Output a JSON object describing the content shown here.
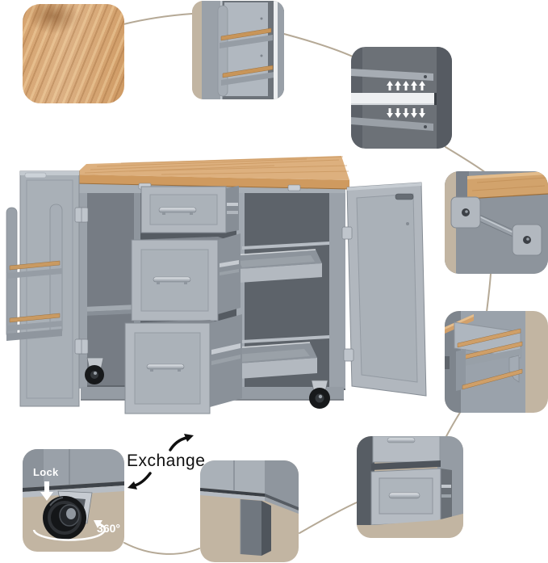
{
  "figure": {
    "type": "product-feature-callouts",
    "subject": "kitchen island cart",
    "callouts": [
      "rubber-wood-top-texture",
      "door-mounted-storage-rack",
      "adjustable-shelf",
      "towel-bar",
      "side-spice-rack",
      "drawers-with-metal-handles",
      "support-leg",
      "lockable-360-caster"
    ]
  },
  "labels": {
    "exchange": "Exchange",
    "lock": "Lock",
    "rotation": "360°"
  },
  "colors": {
    "background": "#ffffff",
    "backdrop_beige": "#c2b5a2",
    "cabinet_gray": "#aab1b8",
    "cabinet_gray_deep": "#8a9199",
    "interior_gray": "#62686f",
    "wood": "#d9a876",
    "connector_line": "#b5a996",
    "metal": "#c9ced5",
    "wheel_black": "#17191b",
    "text_dark": "#101010",
    "text_white": "#ffffff"
  }
}
